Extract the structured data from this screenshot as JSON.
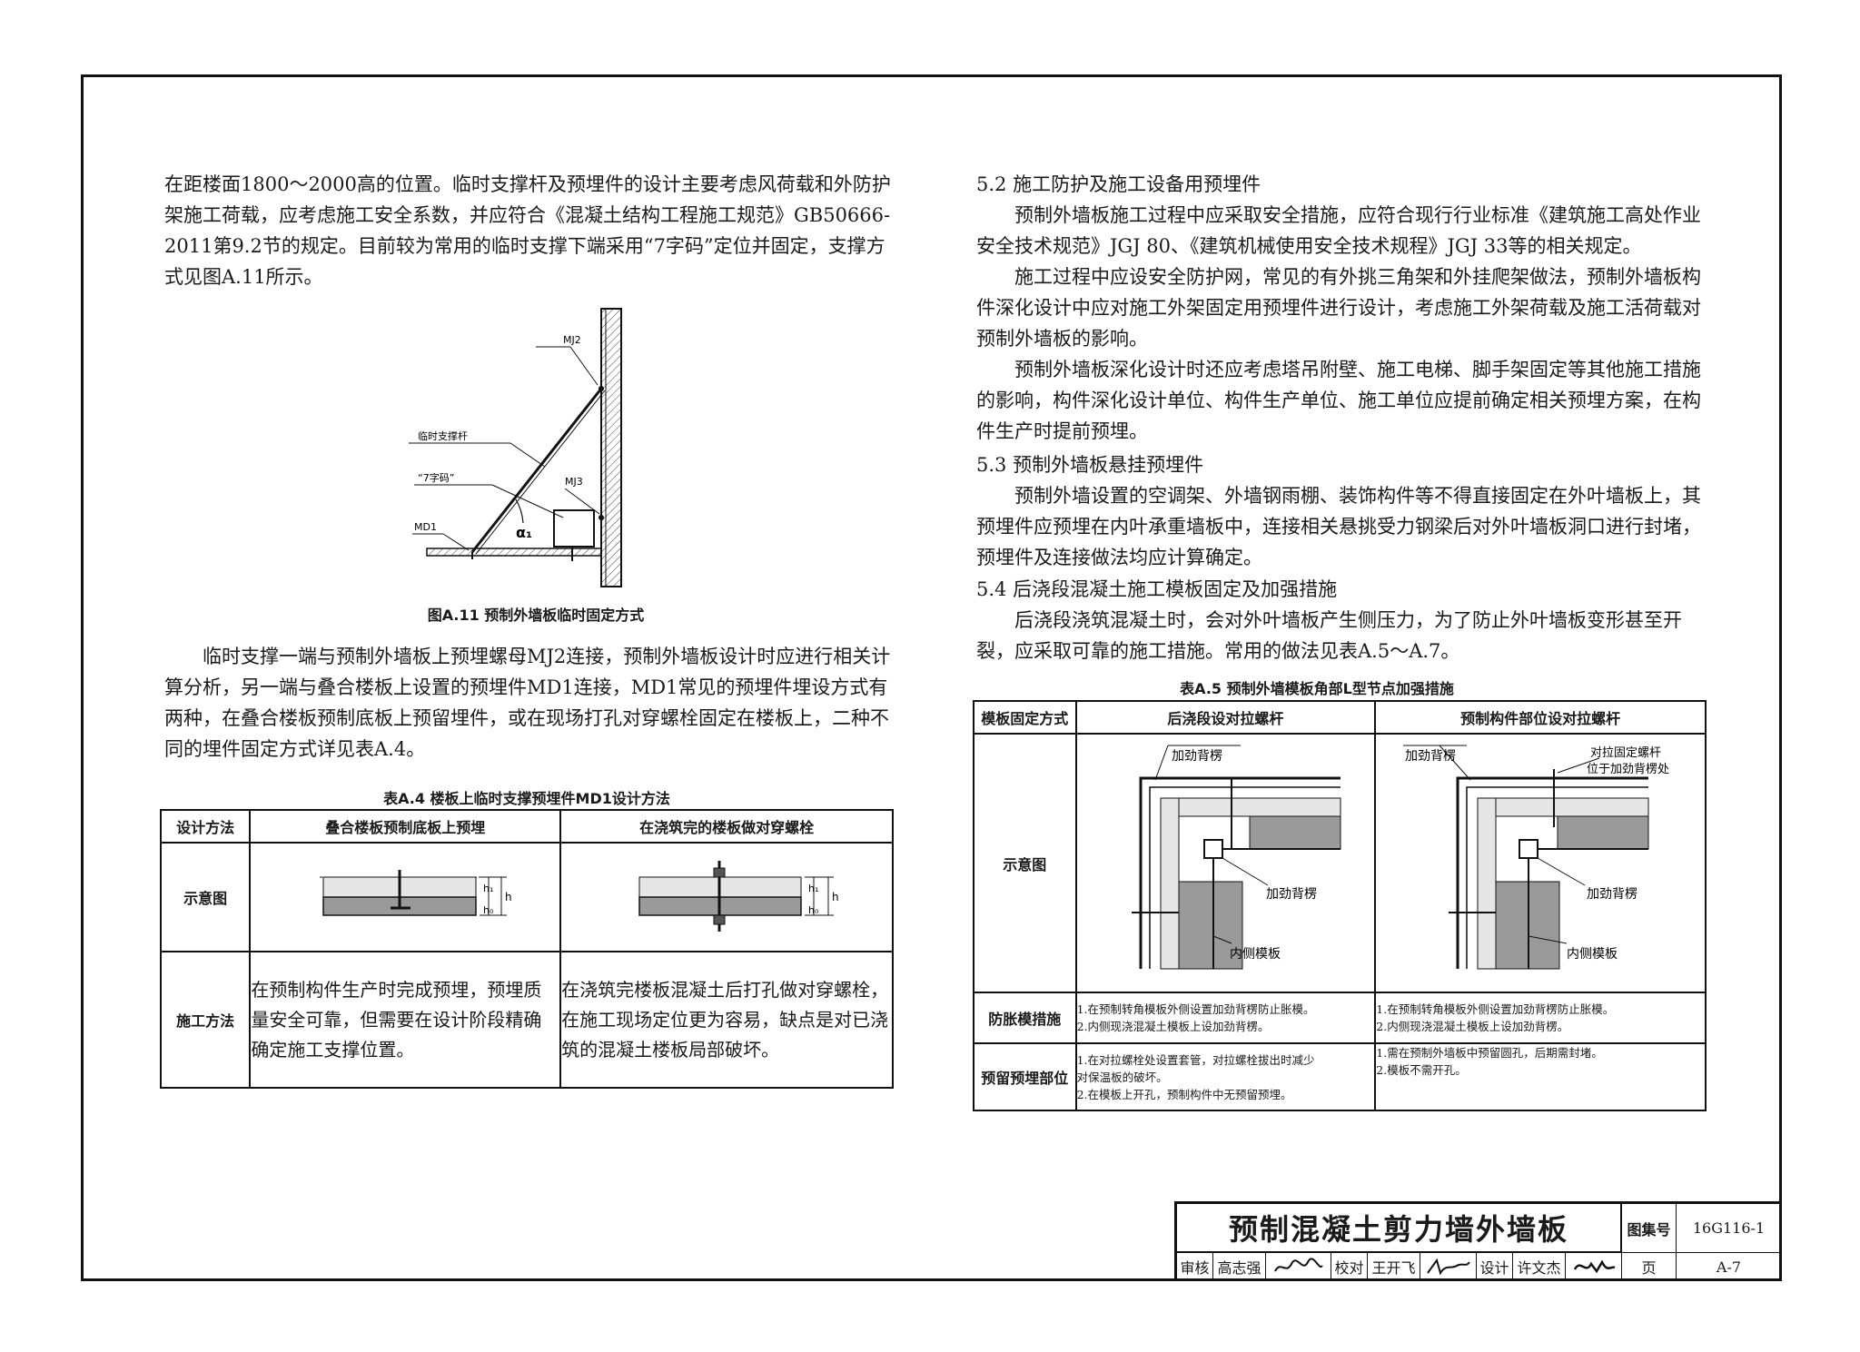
{
  "left": {
    "para1": "在距楼面1800～2000高的位置。临时支撑杆及预埋件的设计主要考虑风荷载和外防护架施工荷载，应考虑施工安全系数，并应符合《混凝土结构工程施工规范》GB50666-2011第9.2节的规定。目前较为常用的临时支撑下端采用“7字码”定位并固定，支撑方式见图A.11所示。",
    "figure": {
      "label_mj2": "MJ2",
      "label_brace": "临时支撑杆",
      "label_7": "“7字码”",
      "label_mj3": "MJ3",
      "label_md1": "MD1",
      "label_alpha": "α₁",
      "caption": "图A.11  预制外墙板临时固定方式"
    },
    "para2": "临时支撑一端与预制外墙板上预埋螺母MJ2连接，预制外墙板设计时应进行相关计算分析，另一端与叠合楼板上设置的预埋件MD1连接，MD1常见的预埋件埋设方式有两种，在叠合楼板预制底板上预留埋件，或在现场打孔对穿螺栓固定在楼板上，二种不同的埋件固定方式详见表A.4。",
    "table4": {
      "caption": "表A.4  楼板上临时支撑预埋件MD1设计方法",
      "headers": [
        "设计方法",
        "叠合楼板预制底板上预埋",
        "在浇筑完的楼板做对穿螺栓"
      ],
      "row1_head": "示意图",
      "dim_h0": "h₀",
      "dim_h1": "h₁",
      "dim_h": "h",
      "row2_head": "施工方法",
      "method1": "在预制构件生产时完成预埋，预埋质量安全可靠，但需要在设计阶段精确确定施工支撑位置。",
      "method2": "在浇筑完楼板混凝土后打孔做对穿螺栓，在施工现场定位更为容易，缺点是对已浇筑的混凝土楼板局部破坏。"
    }
  },
  "right": {
    "h52": "5.2  施工防护及施工设备用预埋件",
    "p52a": "预制外墙板施工过程中应采取安全措施，应符合现行行业标准《建筑施工高处作业安全技术规范》JGJ 80、《建筑机械使用安全技术规程》JGJ 33等的相关规定。",
    "p52b": "施工过程中应设安全防护网，常见的有外挑三角架和外挂爬架做法，预制外墙板构件深化设计中应对施工外架固定用预埋件进行设计，考虑施工外架荷载及施工活荷载对预制外墙板的影响。",
    "p52c": "预制外墙板深化设计时还应考虑塔吊附壁、施工电梯、脚手架固定等其他施工措施的影响，构件深化设计单位、构件生产单位、施工单位应提前确定相关预埋方案，在构件生产时提前预埋。",
    "h53": "5.3  预制外墙板悬挂预埋件",
    "p53": "预制外墙设置的空调架、外墙钢雨棚、装饰构件等不得直接固定在外叶墙板上，其预埋件应预埋在内叶承重墙板中，连接相关悬挑受力钢梁后对外叶墙板洞口进行封堵，预埋件及连接做法均应计算确定。",
    "h54": "5.4  后浇段混凝土施工模板固定及加强措施",
    "p54": "后浇段浇筑混凝土时，会对外叶墙板产生侧压力，为了防止外叶墙板变形甚至开裂，应采取可靠的施工措施。常用的做法见表A.5～A.7。",
    "table5": {
      "caption": "表A.5  预制外墙模板角部L型节点加强措施",
      "headers": [
        "模板固定方式",
        "后浇段设对拉螺杆",
        "预制构件部位设对拉螺杆"
      ],
      "row1_head": "示意图",
      "d1_label_top": "加劲背楞",
      "d1_label_mid": "加劲背楞",
      "d1_label_bot": "内侧模板",
      "d2_label_top": "加劲背楞",
      "d2_label_bolt1": "对拉固定螺杆",
      "d2_label_bolt2": "位于加劲背楞处",
      "d2_label_mid": "加劲背楞",
      "d2_label_bot": "内侧模板",
      "row2_head": "防胀模措施",
      "r2c1": [
        "1.在预制转角模板外侧设置加劲背楞防止胀模。",
        "2.内侧现浇混凝土模板上设加劲背楞。"
      ],
      "r2c2": [
        "1.在预制转角模板外侧设置加劲背楞防止胀模。",
        "2.内侧现浇混凝土模板上设加劲背楞。"
      ],
      "row3_head": "预留预埋部位",
      "r3c1": [
        "1.在对拉螺栓处设置套管，对拉螺栓拔出时减少",
        "对保温板的破坏。",
        "2.在模板上开孔，预制构件中无预留预埋。"
      ],
      "r3c2": [
        "1.需在预制外墙板中预留圆孔，后期需封堵。",
        "2.模板不需开孔。"
      ]
    }
  },
  "titleblock": {
    "title": "预制混凝土剪力墙外墙板",
    "atlas_label": "图集号",
    "atlas_no": "16G116-1",
    "review_label": "审核",
    "reviewer": "高志强",
    "check_label": "校对",
    "checker": "王开飞",
    "design_label": "设计",
    "designer": "许文杰",
    "page_label": "页",
    "page_no": "A-7"
  }
}
